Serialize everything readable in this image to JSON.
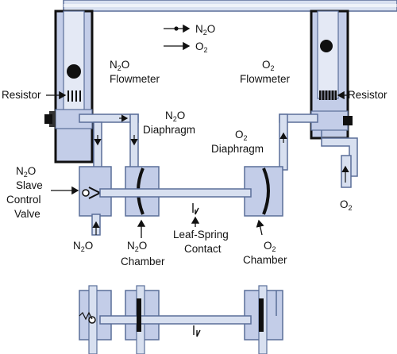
{
  "legend": {
    "n2o_sym": "N",
    "n2o_sub": "2",
    "n2o_end": "O",
    "o2_sym": "O",
    "o2_sub": "2"
  },
  "labels": {
    "n2o_flowmeter": {
      "a": "N",
      "sub": "2",
      "b": "O",
      "line2": "Flowmeter"
    },
    "o2_flowmeter": {
      "a": "O",
      "sub": "2",
      "line2": "Flowmeter"
    },
    "resistor_left": "Resistor",
    "resistor_right": "Resistor",
    "n2o_diaphragm": {
      "a": "N",
      "sub": "2",
      "b": "O",
      "line2": "Diaphragm"
    },
    "o2_diaphragm": {
      "a": "O",
      "sub": "2",
      "line2": "Diaphragm"
    },
    "n2o_slave_valve": {
      "a": "N",
      "sub": "2",
      "b": "O",
      "line2": "Slave",
      "line3": "Control",
      "line4": "Valve"
    },
    "n2o_inlet": {
      "a": "N",
      "sub": "2",
      "b": "O"
    },
    "n2o_chamber": {
      "a": "N",
      "sub": "2",
      "b": "O",
      "line2": "Chamber"
    },
    "leaf_spring": {
      "line1": "Leaf-Spring",
      "line2": "Contact"
    },
    "o2_chamber": {
      "a": "O",
      "sub": "2",
      "line2": "Chamber"
    },
    "o2_inlet": {
      "a": "O",
      "sub": "2"
    }
  },
  "colors": {
    "pipe_fill": "#d8e0f0",
    "pipe_stroke": "#5a6e99",
    "body_fill": "#c3cde8",
    "dark": "#101010"
  }
}
